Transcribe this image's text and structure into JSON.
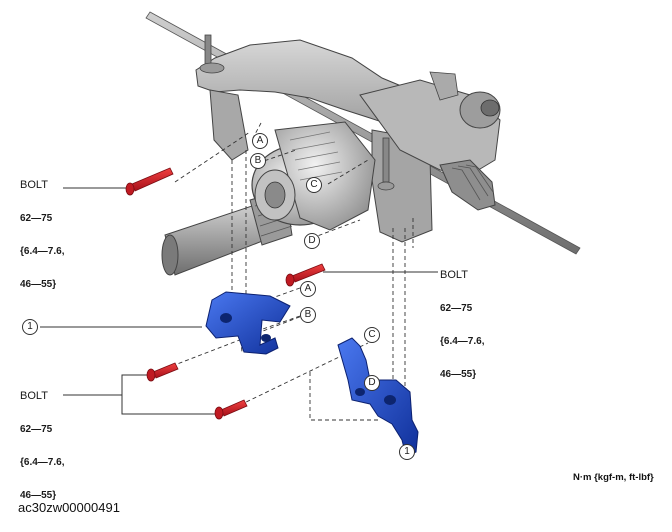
{
  "callouts": {
    "bolt_label": "BOLT",
    "torque_nm": "62—75",
    "torque_kgfm": "{6.4—7.6,",
    "torque_ftlbf": "46—55}",
    "letters": [
      "A",
      "B",
      "C",
      "D"
    ],
    "part_number": "1"
  },
  "units_note": "N·m {kgf-m, ft-lbf}",
  "image_id": "ac30zw00000491",
  "colors": {
    "bracket": "#1f4fd0",
    "bolt": "#d8202a",
    "frame": "#9a9a9a",
    "line": "#333333"
  }
}
